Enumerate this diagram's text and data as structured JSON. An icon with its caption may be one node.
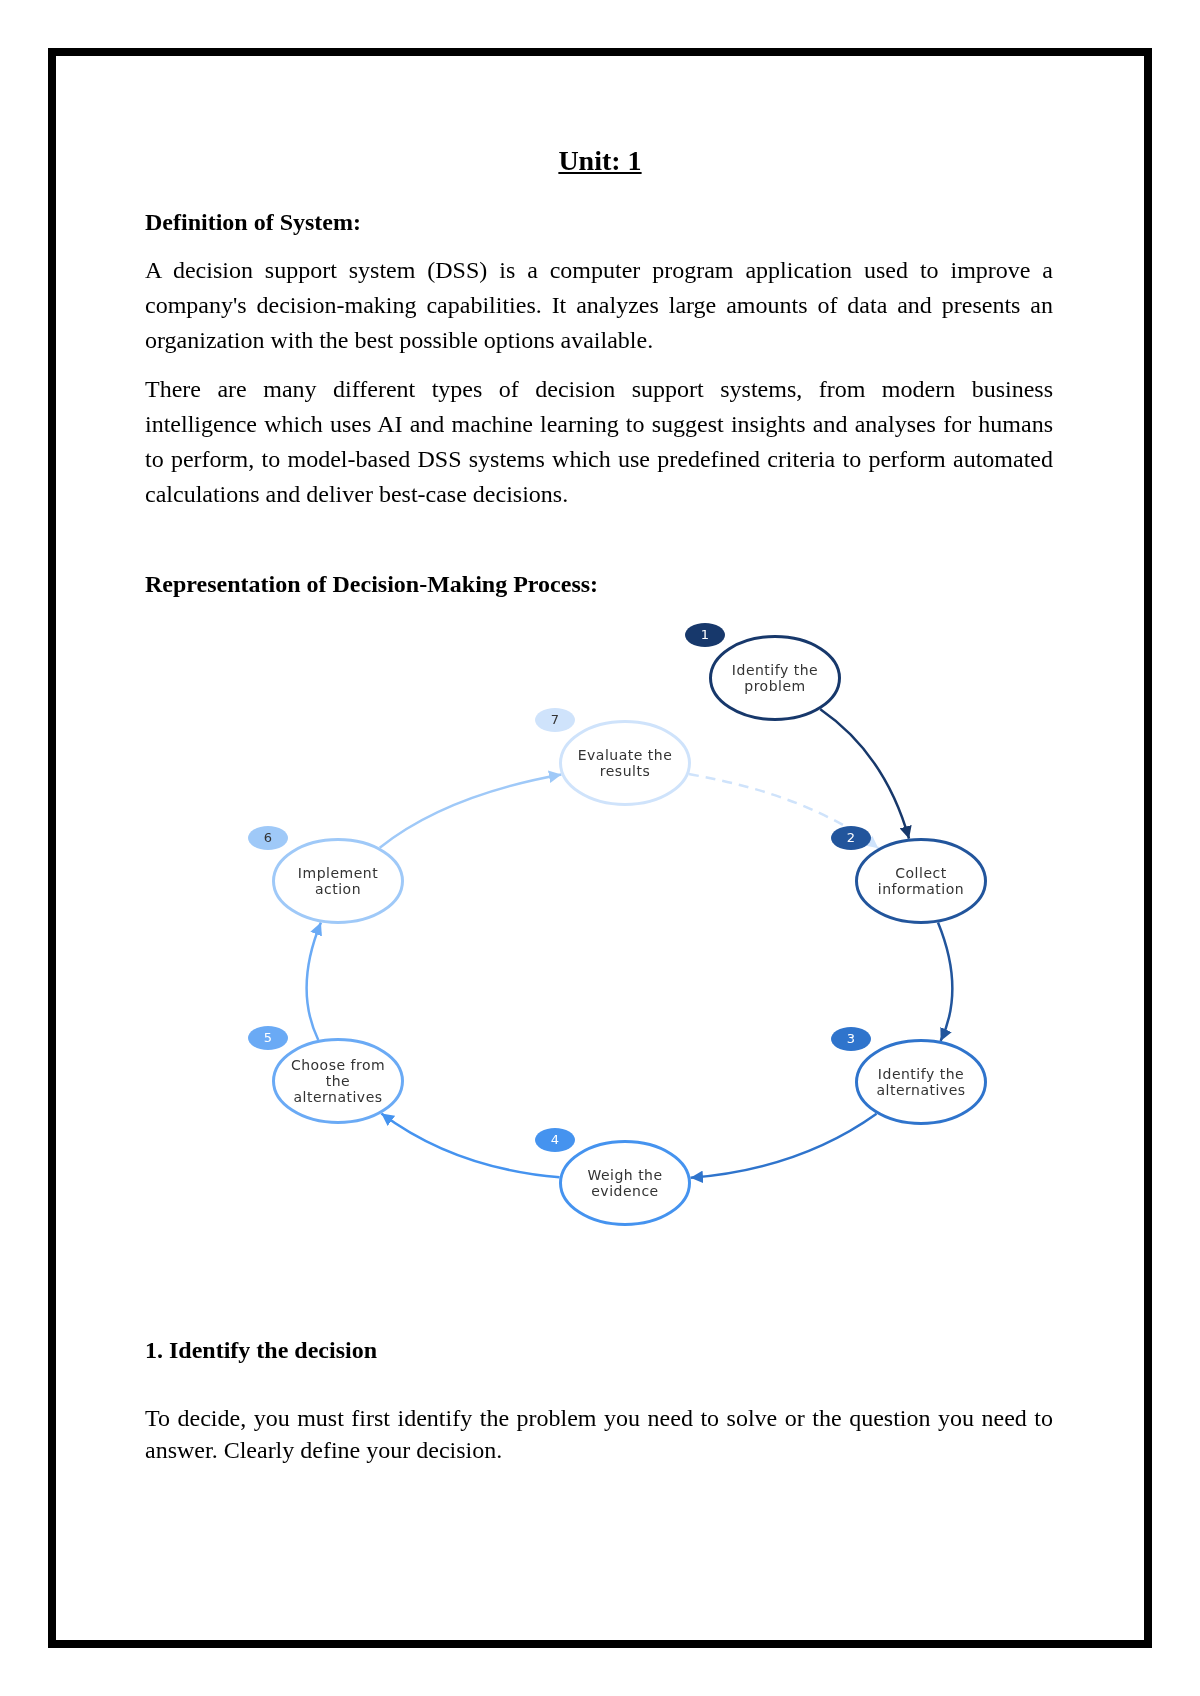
{
  "diagram": {
    "title": "Unit: 1",
    "nodes": [
      {
        "text": [
          "Identify the problem"
        ],
        "beside": [
          "1"
        ]
      },
      {
        "text": [
          "Collect information"
        ],
        "beside": [
          "2"
        ]
      },
      {
        "text": [
          "Identify the alternatives"
        ],
        "beside": [
          "3"
        ]
      },
      {
        "text": [
          "Weigh the evidence"
        ],
        "beside": [
          "4"
        ]
      },
      {
        "text": [
          "Choose from the alternatives"
        ],
        "beside": [
          "5"
        ]
      },
      {
        "text": [
          "Implement action"
        ],
        "beside": [
          "6"
        ]
      },
      {
        "text": [
          "Evaluate the results"
        ],
        "beside": [
          "7"
        ]
      }
    ],
    "edges": [
      {
        "from": 0,
        "to": 1,
        "arrow": "to",
        "color": "#17386b"
      },
      {
        "from": 1,
        "to": 2,
        "arrow": "to",
        "color": "#22559c"
      },
      {
        "from": 2,
        "to": 3,
        "arrow": "to",
        "color": "#2f74cc"
      },
      {
        "from": 3,
        "to": 4,
        "arrow": "to",
        "color": "#4593ef"
      },
      {
        "from": 4,
        "to": 5,
        "arrow": "to",
        "color": "#6aaaf5"
      },
      {
        "from": 5,
        "to": 6,
        "arrow": "to",
        "color": "#9fc9f8"
      },
      {
        "from": 6,
        "to": 1,
        "arrow": "to",
        "style": "dashed",
        "color": "#cfe3fb"
      }
    ],
    "labels": [
      "Definition of System:",
      "A decision support system (DSS) is a computer program application used to improve a company's decision-making capabilities. It analyzes large amounts of data and presents an organization with the best possible options available.",
      "There are many different types of decision support systems, from modern business intelligence which uses AI and machine learning to suggest insights and analyses for humans to perform, to model-based DSS systems which use predefined criteria to perform automated calculations and deliver best-case decisions.",
      "Representation of Decision-Making Process:",
      "1. Identify the decision",
      "To decide, you must first identify the problem you need to solve or the question you need to answer. Clearly define your decision."
    ]
  }
}
